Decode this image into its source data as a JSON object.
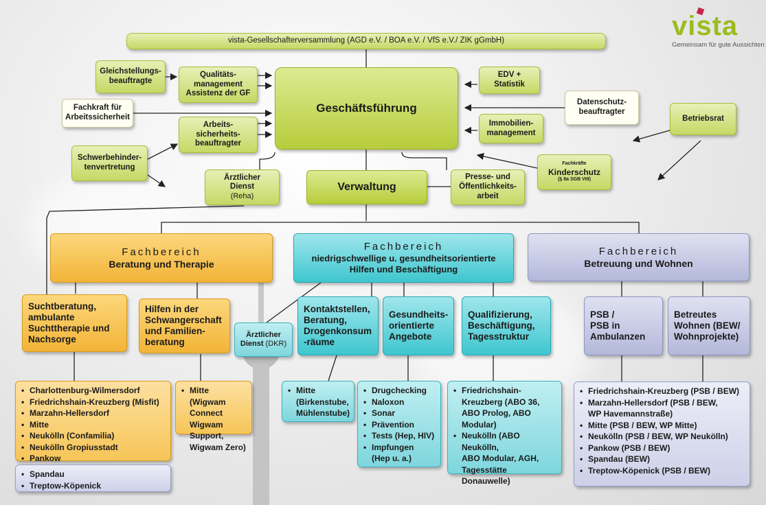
{
  "logo": {
    "word": "vista",
    "tagline": "Gemeinsam für gute Aussichten"
  },
  "top": "vista-Gesellschafterversammlung  (AGD e.V. / BOA e.V. / VfS e.V./ ZIK gGmbH)",
  "gf": "Geschäftsführung",
  "gleich": "Gleichstellungs-\nbeauftragte",
  "qm": "Qualitäts-\nmanagement\nAssistenz der GF",
  "fachkraft": "Fachkraft für\nArbeitssicherheit",
  "arbeitssich": "Arbeits-\nsicherheits-\nbeauftragter",
  "schwerbeh": "Schwerbehinder-\ntenvertretung",
  "edv": "EDV +\nStatistik",
  "datenschutz": "Datenschutz-\nbeauftragter",
  "betriebsrat": "Betriebsrat",
  "immobilien": "Immobilien-\nmanagement",
  "kinderschutz": {
    "pre": "Fachkräfte",
    "main": "Kinderschutz",
    "post": "(§ 8a SGB VIII)"
  },
  "aerztlich": {
    "main": "Ärztlicher\nDienst",
    "sub": "(Reha)"
  },
  "verwaltung": "Verwaltung",
  "presse": "Presse- und\nÖffentlichkeits-\narbeit",
  "fb_beratung": {
    "label": "Fachbereich",
    "name": "Beratung und Therapie"
  },
  "fb_niedrig": {
    "label": "Fachbereich",
    "name": "niedrigschwellige u. gesundheitsorientierte\nHilfen und Beschäftigung"
  },
  "fb_betreuung": {
    "label": "Fachbereich",
    "name": "Betreuung und Wohnen"
  },
  "sucht": "Suchtberatung,\nambulante\nSuchttherapie und\nNachsorge",
  "hilfen": "Hilfen in der\nSchwangerschaft\nund Familien-\nberatung",
  "aerztlich_dkr": {
    "main": "Ärztlicher\nDienst",
    "sub": " (DKR)"
  },
  "kontakt": "Kontaktstellen,\nBeratung,\nDrogenkonsum\n-räume",
  "gesund": "Gesundheits-\norientierte\nAngebote",
  "quali": "Qualifizierung,\nBeschäftigung,\nTagesstruktur",
  "psb": "PSB /\nPSB in\nAmbulanzen",
  "betreutes": "Betreutes\nWohnen (BEW/\nWohnprojekte)",
  "list_sucht": [
    "Charlottenburg-Wilmersdorf",
    "Friedrichshain-Kreuzberg (Misfit)",
    "Marzahn-Hellersdorf",
    "Mitte",
    "Neukölln (Confamilia)",
    "Neukölln Gropiusstadt",
    "Pankow"
  ],
  "list_sucht2": [
    "Spandau",
    "Treptow-Köpenick"
  ],
  "list_hilfen": [
    "Mitte\n(Wigwam Connect\nWigwam Support,\nWigwam Zero)"
  ],
  "list_kontakt": [
    "Mitte\n(Birkenstube,\nMühlenstube)"
  ],
  "list_gesund": [
    "Drugchecking",
    "Naloxon",
    "Sonar",
    "Prävention",
    "Tests (Hep, HIV)",
    "Impfungen\n(Hep u. a.)"
  ],
  "list_quali": [
    "Friedrichshain-\nKreuzberg (ABO 36,\nABO Prolog, ABO\nModular)",
    "Neukölln (ABO Neukölln,\nABO Modular, AGH,\nTagesstätte Donauwelle)"
  ],
  "list_wohnen": [
    "Friedrichshain-Kreuzberg (PSB / BEW)",
    "Marzahn-Hellersdorf (PSB / BEW,\n  WP Havemannstraße)",
    "Mitte (PSB / BEW, WP Mitte)",
    "Neukölln (PSB / BEW, WP Neukölln)",
    "Pankow (PSB / BEW)",
    "Spandau (BEW)",
    "Treptow-Köpenick (PSB / BEW)"
  ]
}
